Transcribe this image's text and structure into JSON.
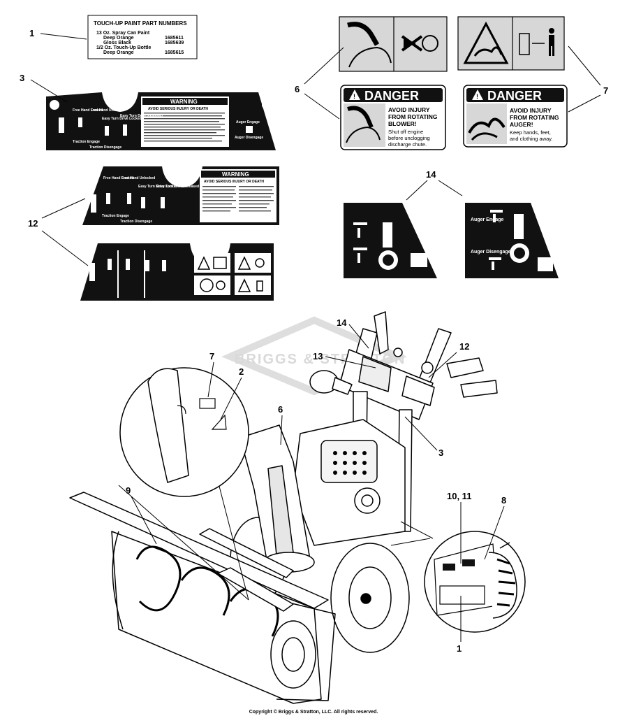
{
  "paint_label": {
    "title": "TOUCH-UP PAINT PART NUMBERS",
    "rows": [
      {
        "name": "13 Oz. Spray Can Paint",
        "part": ""
      },
      {
        "name": "Deep Orange",
        "part": "1685611"
      },
      {
        "name": "Gloss Black",
        "part": "1685639"
      },
      {
        "name": "1/2 Oz. Touch-Up Bottle",
        "part": ""
      },
      {
        "name": "Deep Orange",
        "part": "1685615"
      }
    ]
  },
  "decal_3": {
    "warning_header": "WARNING",
    "warning_sub": "AVOID SERIOUS INJURY OR DEATH",
    "col_free_hand_locked": "Free Hand Locked",
    "col_free_hand_unlocked": "Free Hand Unlocked",
    "col_easy_turn_drive_locked": "Easy Turn Drive Locked",
    "col_easy_turn_drive_released": "Easy Turn Drive Released",
    "traction_engage": "Traction Engage",
    "traction_disengage": "Traction Disengage",
    "auger_engage": "Auger Engage",
    "auger_disengage": "Auger Disengage"
  },
  "decal_12a": {
    "warning_header": "WARNING",
    "warning_sub": "AVOID SERIOUS INJURY OR DEATH",
    "col_free_hand_locked": "Free Hand Locked",
    "col_free_hand_unlocked": "Free Hand Unlocked",
    "col_easy_turn_drive_locked": "Easy Turn Drive Locked",
    "col_easy_turn_drive_released": "Easy Turn Drive Released",
    "traction_engage": "Traction Engage",
    "traction_disengage": "Traction Disengage"
  },
  "decal_6_danger": {
    "header": "DANGER",
    "line1": "AVOID INJURY",
    "line2": "FROM ROTATING",
    "line3": "BLOWER!",
    "line4": "Shut off engine",
    "line5": "before unclogging",
    "line6": "discharge chute."
  },
  "decal_7_danger": {
    "header": "DANGER",
    "line1": "AVOID INJURY",
    "line2": "FROM ROTATING",
    "line3": "AUGER!",
    "line4": "Keep hands, feet,",
    "line5": "and clothing away."
  },
  "decal_14": {
    "auger_engage": "Auger Engage",
    "auger_disengage": "Auger Disengage"
  },
  "callouts": {
    "c1_top": "1",
    "c3": "3",
    "c12": "12",
    "c6": "6",
    "c7_top": "7",
    "c14_top": "14",
    "c14_machine": "14",
    "c13": "13",
    "c12_machine": "12",
    "c7_detail": "7",
    "c2": "2",
    "c6_machine": "6",
    "c3_machine": "3",
    "c9": "9",
    "c10_11": "10, 11",
    "c8": "8",
    "c1_detail": "1"
  },
  "watermark": "BRIGGS & STRATTON",
  "copyright": "Copyright © Briggs & Stratton, LLC. All rights reserved.",
  "colors": {
    "decal_black": "#111111",
    "danger_red": "#d42020",
    "line": "#000000",
    "watermark": "#d9d9d9"
  }
}
